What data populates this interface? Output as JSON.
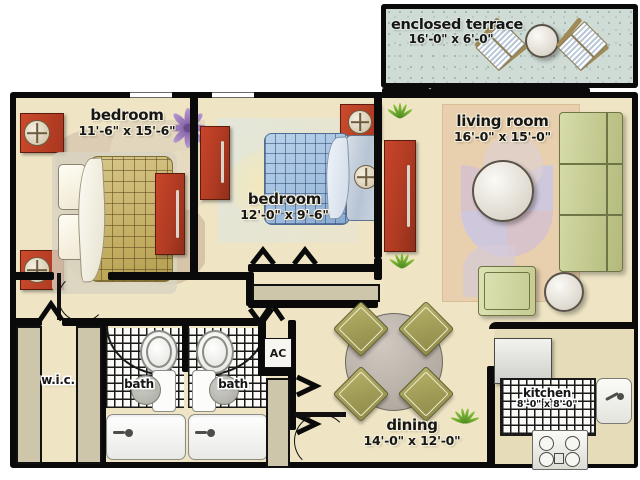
{
  "plan": {
    "title": "apartment floor plan",
    "background": "#ffffff",
    "wall_color": "#0a0a0a",
    "floor_color": "#efe5c4",
    "terrace_floor_color": "#cfdcd5"
  },
  "rooms": [
    {
      "id": "terrace",
      "name": "enclosed terrace",
      "dimensions": "16'-0\" x 6'-0\""
    },
    {
      "id": "bedroom1",
      "name": "bedroom",
      "dimensions": "11'-6\" x 15'-6\""
    },
    {
      "id": "bedroom2",
      "name": "bedroom",
      "dimensions": "12'-0\" x 9'-6\""
    },
    {
      "id": "livingroom",
      "name": "living room",
      "dimensions": "16'-0\" x 15'-0\""
    },
    {
      "id": "dining",
      "name": "dining",
      "dimensions": "14'-0\" x 12'-0\""
    },
    {
      "id": "kitchen",
      "name": "kitchen",
      "dimensions": "8'-0\" x 8'-0\""
    },
    {
      "id": "wic",
      "name": "w.i.c.",
      "dimensions": ""
    },
    {
      "id": "bath1",
      "name": "bath",
      "dimensions": ""
    },
    {
      "id": "bath2",
      "name": "bath",
      "dimensions": ""
    },
    {
      "id": "ac",
      "name": "AC",
      "dimensions": ""
    }
  ],
  "colors": {
    "wall": "#0a0a0a",
    "floor": "#efe5c4",
    "terrace": "#cfdcd5",
    "sofa_green": "#c6cc92",
    "dresser_red": "#b83d23",
    "rug_tan": "#e8cfae",
    "dining_chair": "#9e9a53",
    "plant_green": "#6fae33",
    "bed_gold": "#c9b66c",
    "bed_blue": "#a8c4e2"
  },
  "icons": {
    "plant": "plant-icon",
    "lamp": "lamp-icon",
    "ac": "ac-closet-icon"
  }
}
